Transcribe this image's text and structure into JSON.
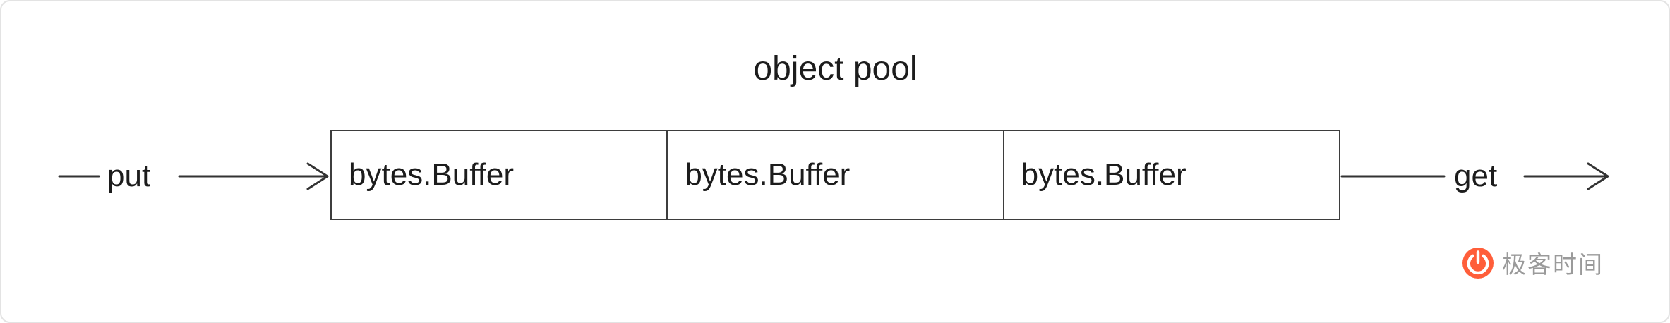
{
  "title": "object pool",
  "flow": {
    "put_label": "put",
    "get_label": "get"
  },
  "pool": {
    "cells": [
      "bytes.Buffer",
      "bytes.Buffer",
      "bytes.Buffer"
    ]
  },
  "brand": {
    "text": "极客时间"
  },
  "colors": {
    "background": "#ffffff",
    "outer_border": "#e3e3e3",
    "box_border": "#3d3d3d",
    "line": "#333333",
    "text": "#1c1c1c",
    "brand_orange": "#ff5e3a",
    "brand_text_gray": "#9a9a9a"
  }
}
